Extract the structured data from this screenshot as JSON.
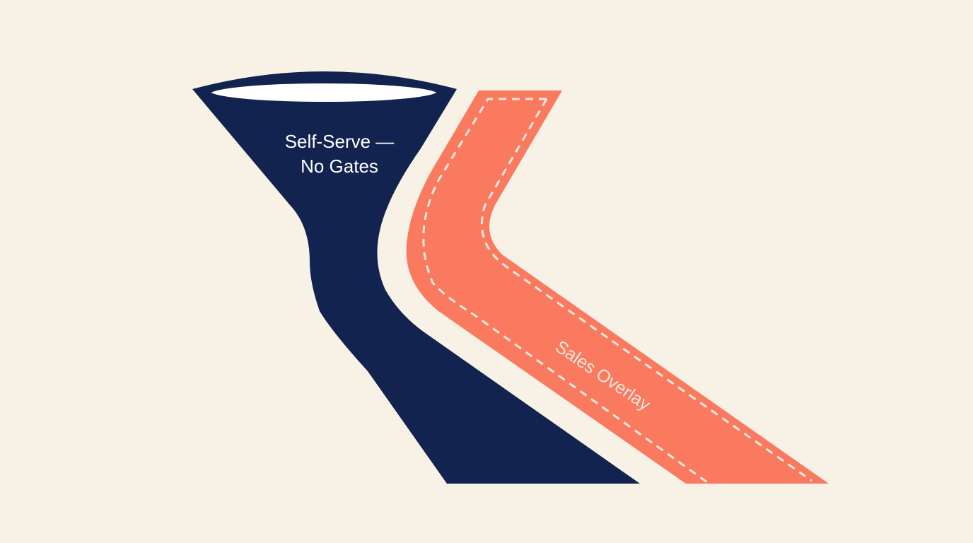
{
  "diagram": {
    "self_serve": {
      "label_line1": "Self-Serve —",
      "label_line2": "No Gates"
    },
    "sales": {
      "label": "Sales Overlay"
    }
  },
  "colors": {
    "background": "#f7f2e5",
    "self_serve_fill": "#13234f",
    "sales_fill": "#f97a5f",
    "dash": "#fbe9e0"
  }
}
